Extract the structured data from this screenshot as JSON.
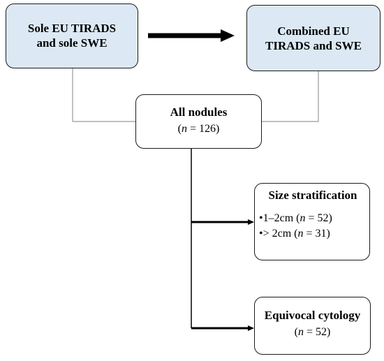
{
  "left_box": {
    "line1": "Sole EU TIRADS",
    "line2": "and sole SWE"
  },
  "right_box": {
    "line1": "Combined EU",
    "line2": "TIRADS and  SWE"
  },
  "center_box": {
    "title": "All nodules",
    "n_var": "n",
    "n_rest": " = 126)"
  },
  "size_box": {
    "title": "Size stratification",
    "items": [
      {
        "prefix": "•1–2cm (",
        "var": "n",
        "rest": " = 52)"
      },
      {
        "prefix": "•> 2cm (",
        "var": "n",
        "rest": " = 31)"
      }
    ]
  },
  "equivocal_box": {
    "title": "Equivocal cytology",
    "n_var": "n",
    "n_rest": " = 52)"
  }
}
